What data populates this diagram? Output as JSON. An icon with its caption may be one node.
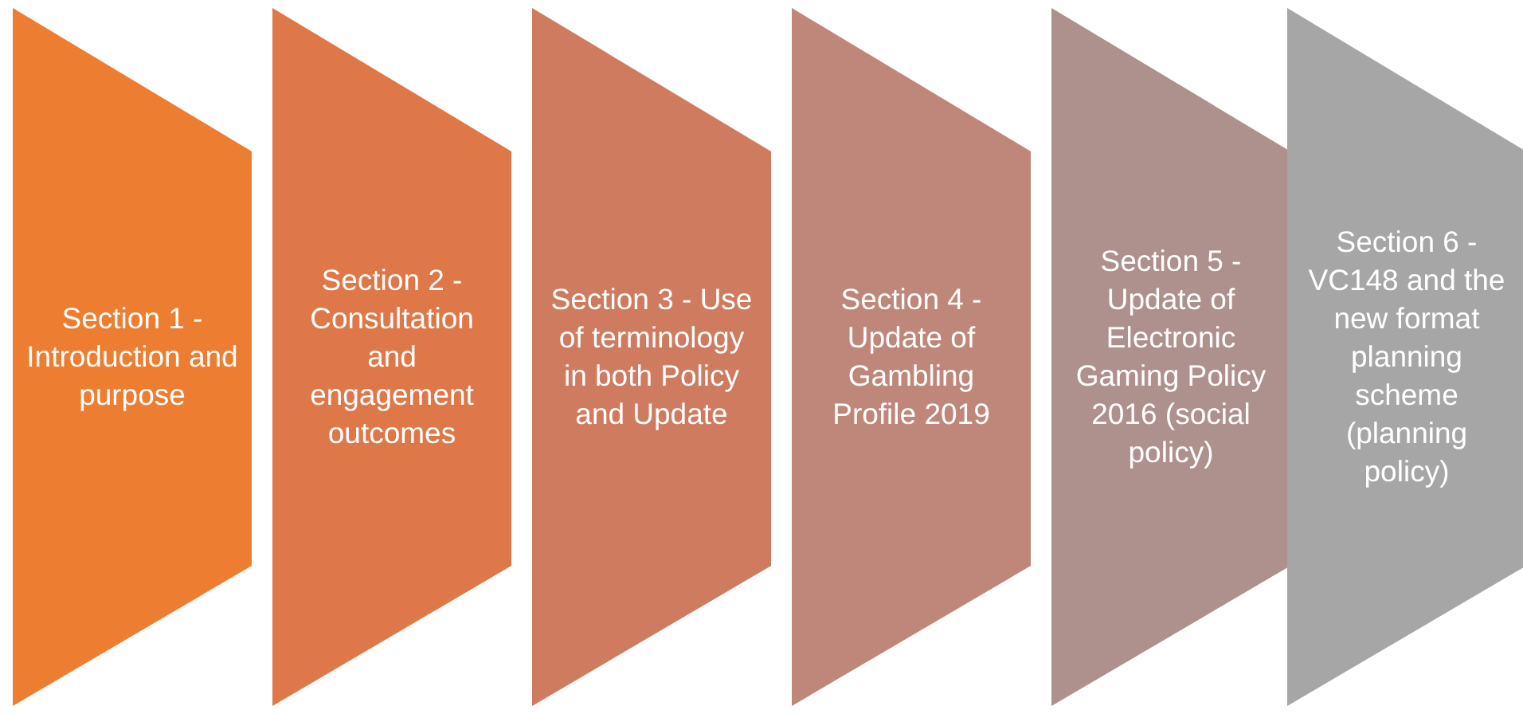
{
  "diagram": {
    "nodes": [
      {
        "text": [
          "Section 1 - Introduction and purpose"
        ]
      },
      {
        "text": [
          "Section 2 - Consultation and engagement outcomes"
        ]
      },
      {
        "text": [
          "Section 3 - Use of terminology in both Policy and Update"
        ]
      },
      {
        "text": [
          "Section 4 - Update of Gambling Profile 2019"
        ]
      },
      {
        "text": [
          "Section 5 - Update of Electronic Gaming Policy 2016 (social policy)"
        ]
      },
      {
        "text": [
          "Section 6 - VC148 and the new format planning scheme (planning policy)"
        ]
      }
    ]
  }
}
